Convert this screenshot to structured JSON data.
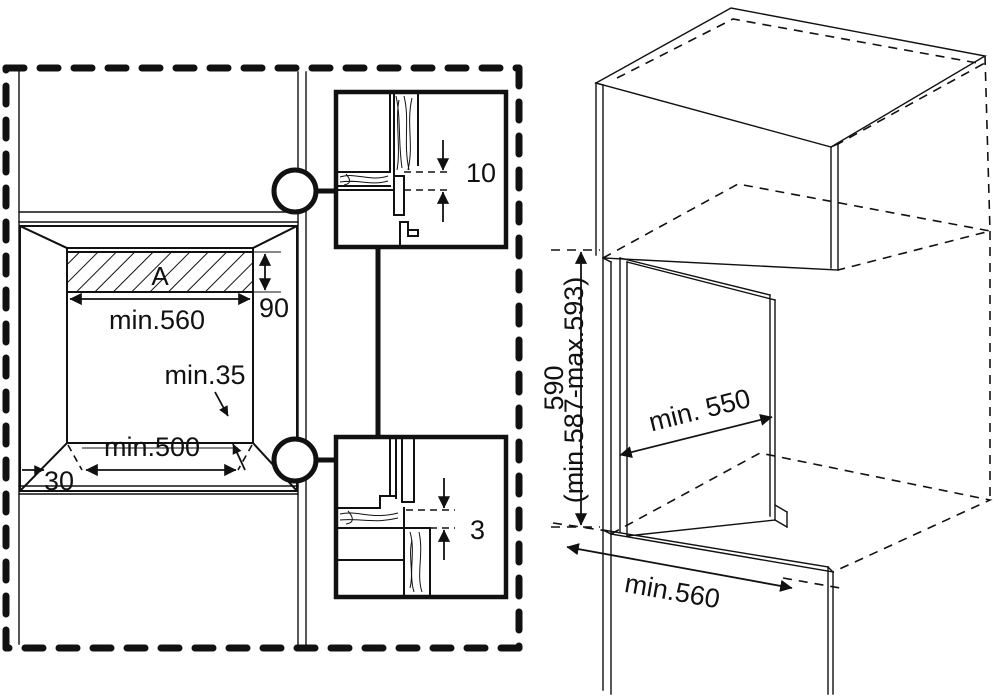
{
  "document": {
    "type": "technical-installation-drawing",
    "subject": "Built-in oven cabinet cut-out dimensions",
    "units": "mm"
  },
  "front_view": {
    "name": "cabinet-front-cutout-view",
    "cavity_label": "A",
    "dimensions": {
      "niche_width": "min.560",
      "top_panel_height": "90",
      "rear_clearance": "min.35",
      "niche_depth": "min.500",
      "side_offset": "30"
    }
  },
  "detail_callouts": [
    {
      "id": "detail-top",
      "position": "top-right",
      "value": "10",
      "description": "gap between worktop and appliance front"
    },
    {
      "id": "detail-bottom",
      "position": "bottom-right",
      "value": "3",
      "description": "gap between appliance base and shelf"
    }
  ],
  "iso_view": {
    "name": "cabinet-isometric-view",
    "dimensions": {
      "height_main": "590",
      "height_tolerance": "(min.587-max.593)",
      "depth": "min. 550",
      "width": "min.560"
    }
  },
  "colors": {
    "line": "#111111",
    "background": "#ffffff"
  }
}
